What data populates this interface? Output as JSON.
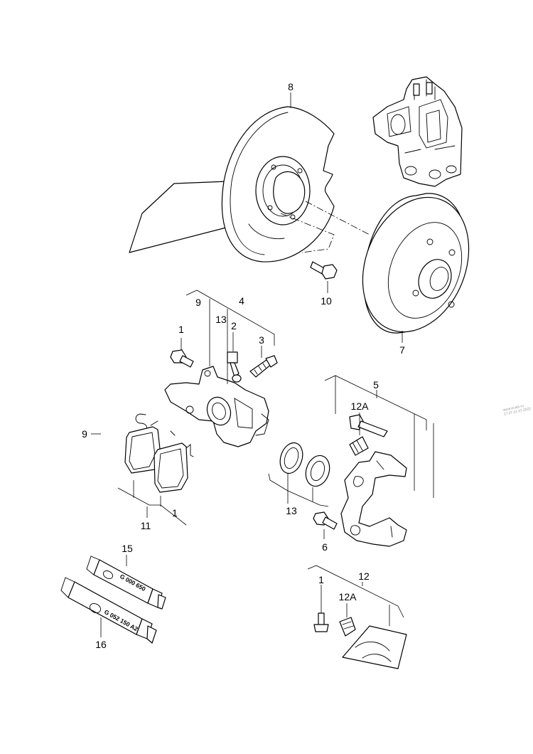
{
  "callouts": {
    "c1_upper": "1",
    "c1_pads": "1",
    "c1_kit": "1",
    "c2": "2",
    "c3": "3",
    "c4": "4",
    "c5": "5",
    "c6": "6",
    "c7": "7",
    "c8": "8",
    "c9_bracket": "9",
    "c9_spring": "9",
    "c10": "10",
    "c11": "11",
    "c12": "12",
    "c12a_carrier": "12A",
    "c12a_kit": "12A",
    "c13_caliper": "13",
    "c13_seals": "13",
    "c15": "15",
    "c16": "16"
  },
  "tubes": {
    "tube15_code": "G 000 650",
    "tube16_code": "G 052 150 A2"
  },
  "watermark": {
    "site": "www.ecats.ru",
    "date": "17.07.21 07.2022"
  }
}
